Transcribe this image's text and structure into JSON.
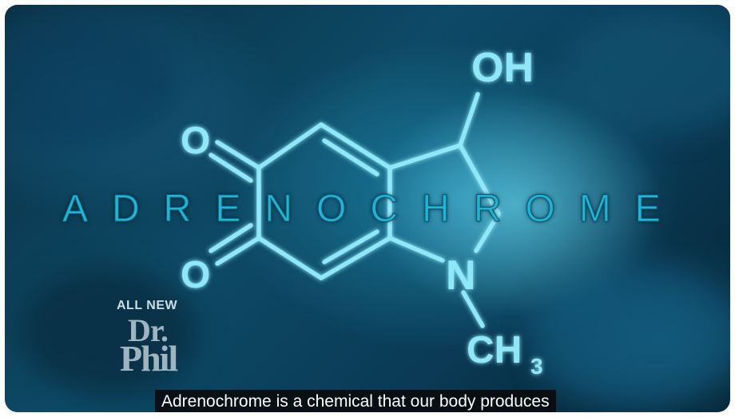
{
  "video": {
    "title_overlay": "ADRENOCHROME",
    "caption": "Adrenochrome is a chemical that our body produces"
  },
  "molecule": {
    "labels": {
      "oh": "OH",
      "o_top": "O",
      "o_bottom": "O",
      "n": "N",
      "ch": "CH",
      "sub3": "3"
    }
  },
  "logo": {
    "tagline": "ALL NEW",
    "line1": "Dr.",
    "line2": "Phil"
  },
  "colors": {
    "bond": "#8fe8f8",
    "title": "#1fb5d6",
    "background": "#0d4a66",
    "caption_bg": "#080808",
    "caption_text": "#ffffff"
  }
}
